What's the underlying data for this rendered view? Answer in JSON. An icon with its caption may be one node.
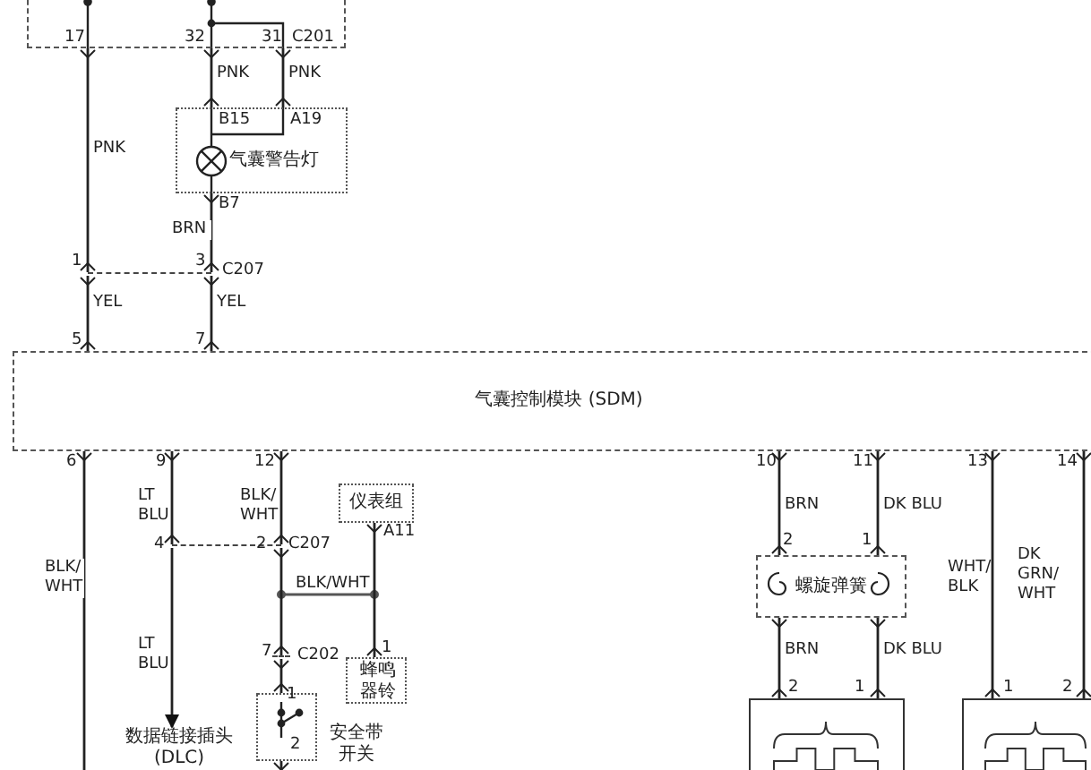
{
  "diagram": {
    "nodes": [
      {
        "text": [],
        "shape": "box"
      },
      {
        "text": [
          "气囊警告灯"
        ]
      },
      {
        "text": [
          "气囊控制模块 (SDM)"
        ]
      },
      {
        "text": [
          "仪表组"
        ]
      },
      {
        "text": [
          "蜂鸣器铃"
        ]
      },
      {
        "text": [
          "安全带开关"
        ]
      },
      {
        "text": [
          "数据链接插头(DLC)"
        ]
      },
      {
        "text": [
          "螺旋弹簧"
        ]
      },
      {
        "text": [],
        "shape": "box"
      },
      {
        "text": [],
        "shape": "box"
      },
      {
        "text": [],
        "shape": "bar"
      },
      {
        "text": [],
        "shape": "bar"
      },
      {
        "text": [],
        "shape": "bar"
      }
    ],
    "edges": [
      {
        "from": 0,
        "to": 10,
        "arrow": "other",
        "label": "PNK"
      },
      {
        "from": 10,
        "to": 2,
        "arrow": "other",
        "label": "YEL"
      },
      {
        "from": 0,
        "to": 1,
        "arrow": "other",
        "label": "PNK"
      },
      {
        "from": 0,
        "to": 1,
        "arrow": "other",
        "label": "PNK"
      },
      {
        "from": 1,
        "to": 10,
        "arrow": "other",
        "label": "BRN"
      },
      {
        "from": 10,
        "to": 2,
        "arrow": "other",
        "label": "YEL"
      },
      {
        "from": 2,
        "to": null,
        "arrow": "other",
        "label": "BLK/ WHT"
      },
      {
        "from": 2,
        "to": 11,
        "arrow": "other",
        "label": "LT BLU"
      },
      {
        "from": 11,
        "to": 6,
        "arrow": "to",
        "label": "LT BLU"
      },
      {
        "from": 2,
        "to": 11,
        "arrow": "other",
        "label": "BLK/ WHT"
      },
      {
        "from": 11,
        "to": 12,
        "arrow": "other"
      },
      {
        "from": 12,
        "to": 5,
        "arrow": "other"
      },
      {
        "from": 3,
        "to": 4,
        "arrow": "other"
      },
      {
        "from": 2,
        "to": 7,
        "arrow": "other",
        "label": "BRN"
      },
      {
        "from": 2,
        "to": 7,
        "arrow": "other",
        "label": "DK BLU"
      },
      {
        "from": 7,
        "to": 8,
        "arrow": "other",
        "label": "BRN"
      },
      {
        "from": 7,
        "to": 8,
        "arrow": "other",
        "label": "DK BLU"
      },
      {
        "from": 2,
        "to": 9,
        "arrow": "other",
        "label": "WHT/ BLK"
      },
      {
        "from": 2,
        "to": 9,
        "arrow": "other",
        "label": "DK GRN/ WHT"
      },
      {
        "from": 5,
        "to": null,
        "arrow": "other"
      }
    ],
    "labels": [
      "17",
      "32",
      "31",
      "C201",
      "B15",
      "A19",
      "B7",
      "1",
      "3",
      "C207",
      "5",
      "7",
      "6",
      "9",
      "12",
      "10",
      "11",
      "13",
      "14",
      "A11",
      "4",
      "2",
      "C207",
      "2",
      "1",
      "BLK/WHT",
      "7",
      "C202",
      "1",
      "1",
      "2",
      "1",
      "1",
      "2",
      "2"
    ]
  }
}
